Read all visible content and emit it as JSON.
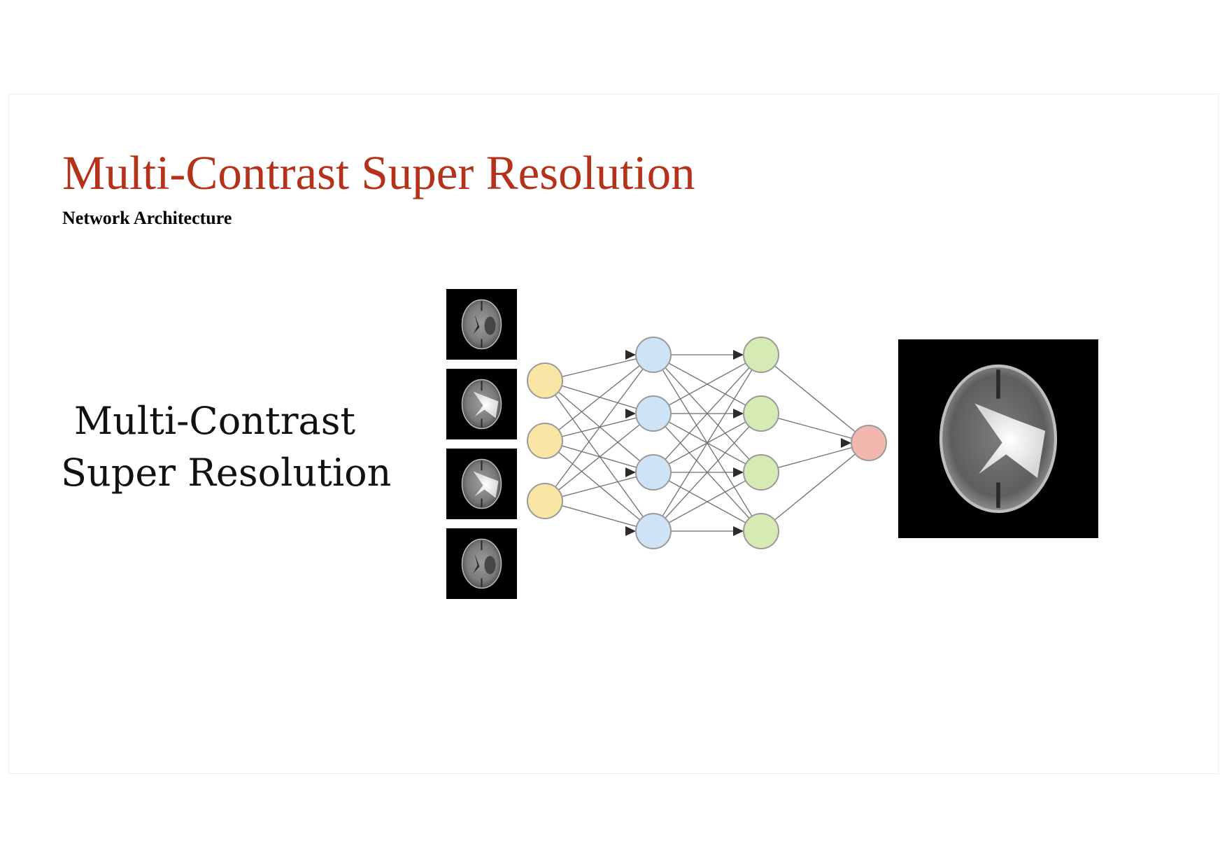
{
  "slide": {
    "title": "Multi-Contrast Super Resolution",
    "subtitle": "Network Architecture"
  },
  "figure": {
    "label_lines": [
      "Multi-Contrast",
      "Super Resolution"
    ],
    "input_scans": [
      {
        "modality": "flair-like",
        "lesion": "dark"
      },
      {
        "modality": "t1ce-like",
        "lesion": "bright"
      },
      {
        "modality": "t2-like",
        "lesion": "bright"
      },
      {
        "modality": "t1-like",
        "lesion": "dark"
      }
    ],
    "output_scan": {
      "modality": "t2-like",
      "lesion": "bright"
    },
    "network": {
      "layers": [
        {
          "name": "input",
          "nodes": 3,
          "color": "#f9e6a5"
        },
        {
          "name": "hidden-1",
          "nodes": 4,
          "color": "#cfe3f7"
        },
        {
          "name": "hidden-2",
          "nodes": 4,
          "color": "#d6eab4"
        },
        {
          "name": "output",
          "nodes": 1,
          "color": "#f2b8b0"
        }
      ],
      "node_stroke": "#9a9a9a",
      "edge_color": "#6e6e6e",
      "arrow_color": "#2b2b2b"
    }
  },
  "colors": {
    "title": "#b5321a",
    "subtitle": "#000000",
    "scan_background": "#000000"
  }
}
